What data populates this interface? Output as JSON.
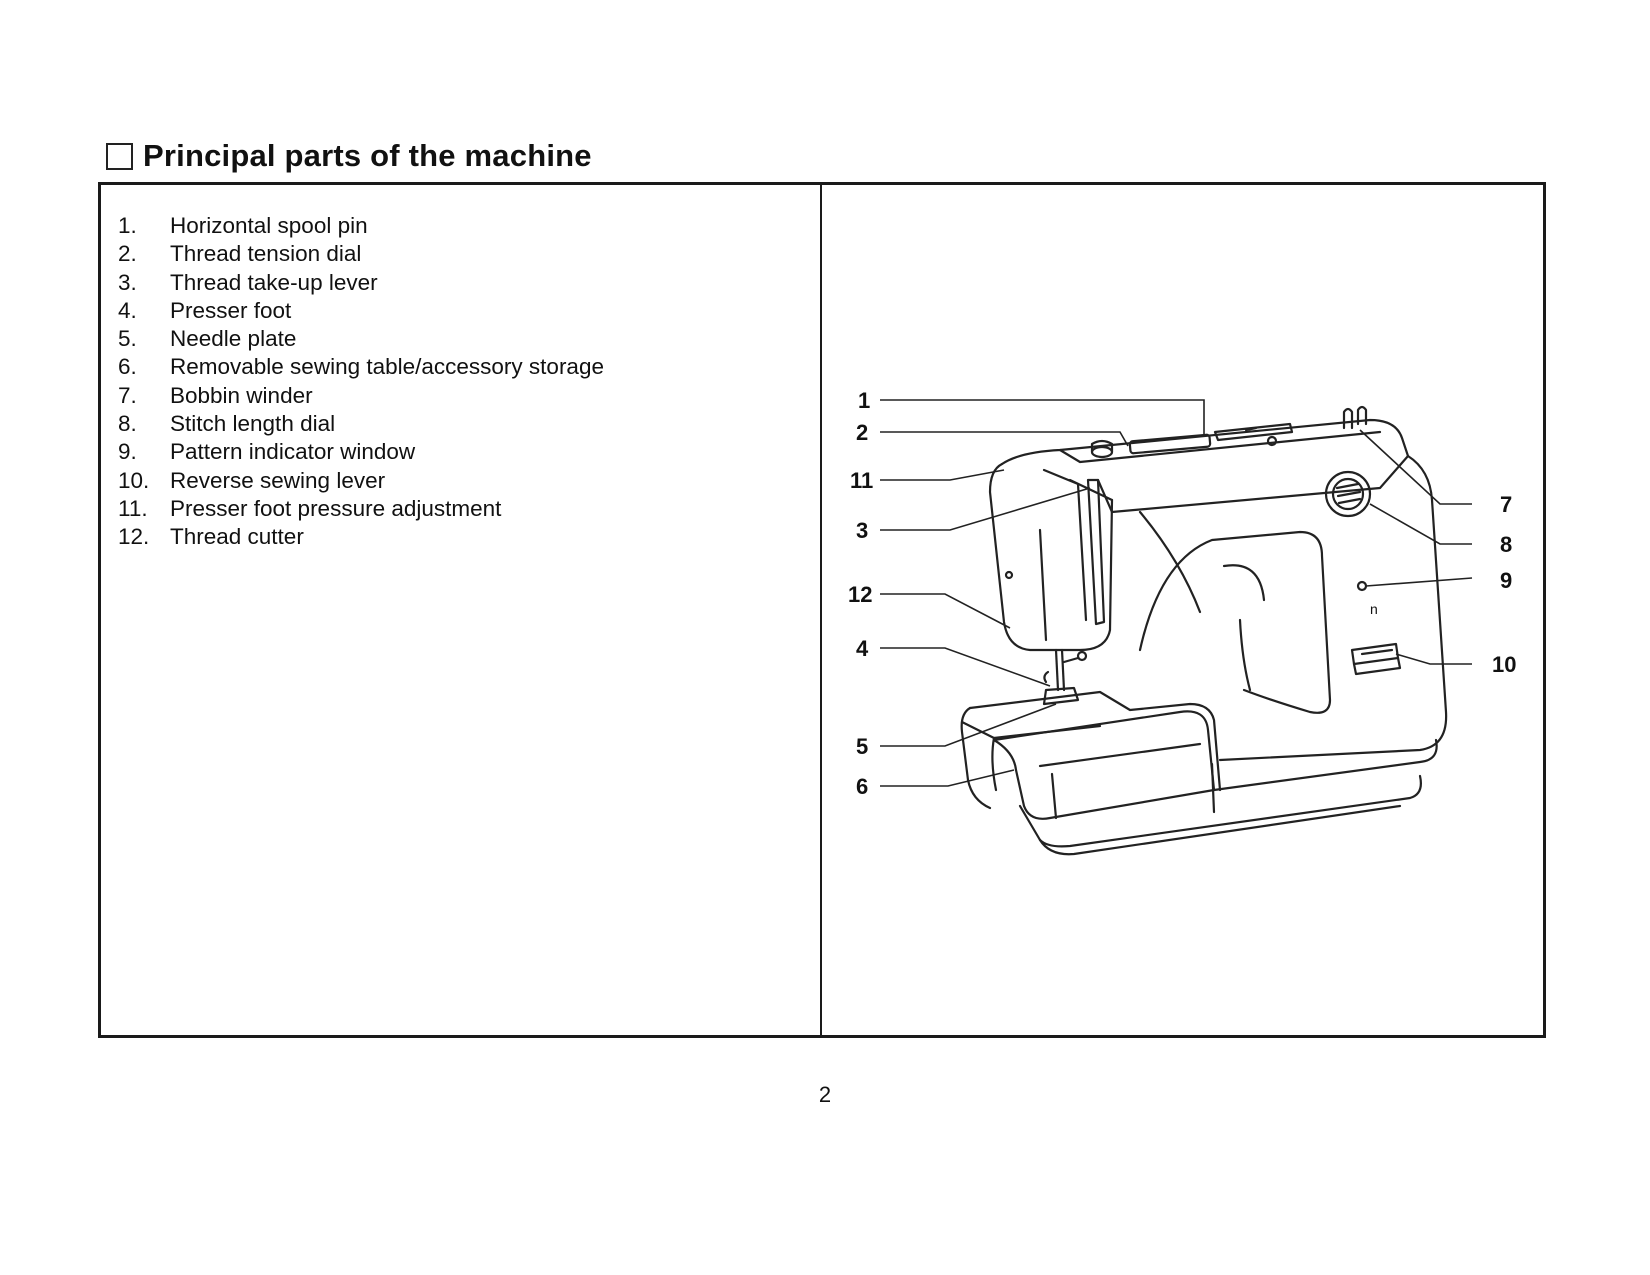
{
  "heading": {
    "checkbox_icon": "empty-square-icon",
    "title": "Principal parts of the machine"
  },
  "parts": [
    {
      "num": "1.",
      "label": "Horizontal spool pin"
    },
    {
      "num": "2.",
      "label": "Thread tension dial"
    },
    {
      "num": "3.",
      "label": "Thread take-up lever"
    },
    {
      "num": "4.",
      "label": "Presser foot"
    },
    {
      "num": "5.",
      "label": "Needle plate"
    },
    {
      "num": "6.",
      "label": "Removable sewing table/accessory storage"
    },
    {
      "num": "7.",
      "label": "Bobbin winder"
    },
    {
      "num": "8.",
      "label": "Stitch length dial"
    },
    {
      "num": "9.",
      "label": "Pattern indicator window"
    },
    {
      "num": "10.",
      "label": "Reverse sewing lever"
    },
    {
      "num": "11.",
      "label": "Presser foot pressure adjustment"
    },
    {
      "num": "12.",
      "label": "Thread cutter"
    }
  ],
  "diagram": {
    "image": "sewing-machine-illustration",
    "callouts": [
      "1",
      "2",
      "11",
      "3",
      "12",
      "4",
      "5",
      "6",
      "7",
      "8",
      "9",
      "10"
    ]
  },
  "page_number": "2"
}
